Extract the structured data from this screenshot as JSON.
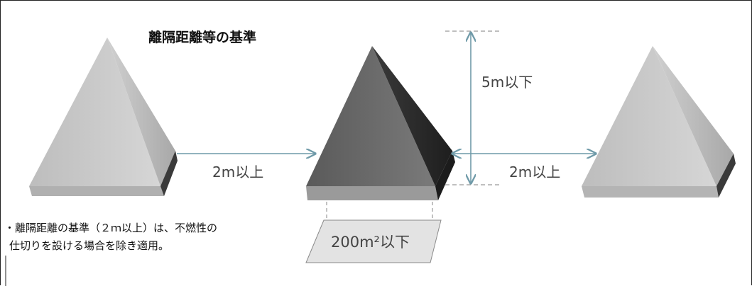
{
  "title": "離隔距離等の基準",
  "height_label": "5m以下",
  "spacing_left_label": "2m以上",
  "spacing_right_label": "2m以上",
  "area_label": "200m²以下",
  "note": {
    "line1": "・離隔距離の基準（２ｍ以上）は、不燃性の",
    "line2": "仕切りを設ける場合を除き適用。"
  },
  "colors": {
    "arrow": "#6f9aa8",
    "pile_light": "#c9c9c9",
    "pile_dark": "#6a6a6a",
    "dashed": "#999999",
    "area_fill": "#e3e3e3"
  }
}
